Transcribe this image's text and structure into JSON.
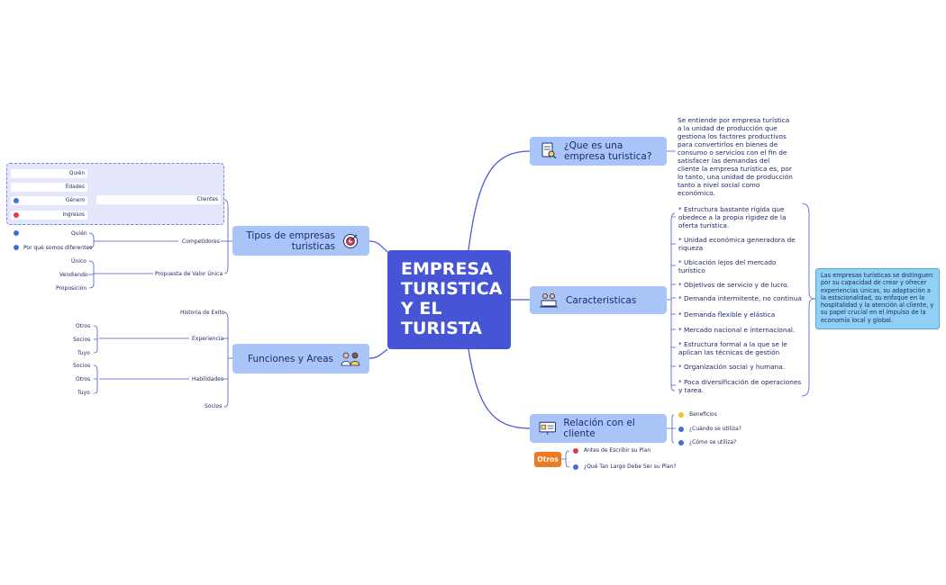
{
  "central": {
    "lines": [
      "EMPRESA",
      "TURISTICA",
      "Y EL",
      "TURISTA"
    ]
  },
  "topics": {
    "que_es": {
      "label": "¿Que es una empresa turistica?",
      "icon": "document-search-icon"
    },
    "caracteristicas": {
      "label": "Caracteristicas",
      "icon": "people-meeting-icon"
    },
    "relacion": {
      "label": "Relación con el cliente",
      "icon": "presentation-board-icon"
    },
    "tipos": {
      "label": "Tipos de empresas turisticas",
      "icon": "target-icon"
    },
    "funciones": {
      "label": "Funciones y Areas",
      "icon": "team-icon"
    }
  },
  "definition": "Se entiende por empresa turística a la unidad de producción que gestiona los factores productivos para convertirlos en bienes de consumo o servicios con el fin de satisfacer las demandas del cliente la empresa turística es, por lo tanto, una unidad de producción tanto a nivel social como económico.",
  "characteristics": [
    "* Estructura bastante rígida que obedece a la propia rigidez de la oferta turística.",
    "* Unidad económica generadora de riqueza",
    "* Ubicación lejos del mercado turístico",
    "* Objetivos de servicio y de lucro.",
    "* Demanda intermitente, no continua",
    "* Demanda flexible y elástica",
    "* Mercado nacional e internacional.",
    "* Estructura formal a la que se le aplican las técnicas de gestión",
    "* Organización social y humana.",
    "* Poca diversificación de operaciones y tarea."
  ],
  "summary": "Las empresas turísticas se distinguen por su capacidad de crear y ofrecer experiencias únicas, su adaptación a la estacionalidad, su enfoque en la hospitalidad y la atención al cliente, y su papel crucial en el impulso de la economía local y global.",
  "relacion_items": [
    "Beneficios",
    "¿Cuándo se utiliza?",
    "¿Cómo se utiliza?"
  ],
  "otros": {
    "label": "Otros",
    "items": [
      "Antes de Escribir su Plan",
      "¿Qué Tan Largo Debe Ser su Plan?"
    ]
  },
  "tipos_children": {
    "clientes": "Clientes",
    "clientes_items": [
      "Quién",
      "Edades",
      "Género",
      "Ingresos"
    ],
    "competidores": "Competidores",
    "competidores_items": [
      "Quién",
      "Por qué somos diferentes"
    ],
    "propuesta": "Propuesta de Valor Única",
    "propuesta_items": [
      "Único",
      "Vendiendo",
      "Proposición"
    ]
  },
  "funciones_children": {
    "historia": "Historia de Exito",
    "experiencia": "Experiencia",
    "experiencia_items": [
      "Otros",
      "Socios",
      "Tuyo"
    ],
    "habilidades": "Habilidades",
    "habilidades_items": [
      "Socios",
      "Otros",
      "Tuyo"
    ],
    "socios": "Socios"
  },
  "colors": {
    "central": "#4655d6",
    "topic": "#a9c5f7",
    "line": "#4a5bd4",
    "callout": "#8fd0f5",
    "otros": "#f07a24",
    "info_icon": "#3f6fd8",
    "red_icon": "#e23b3b",
    "yellow_icon": "#f2c230"
  }
}
